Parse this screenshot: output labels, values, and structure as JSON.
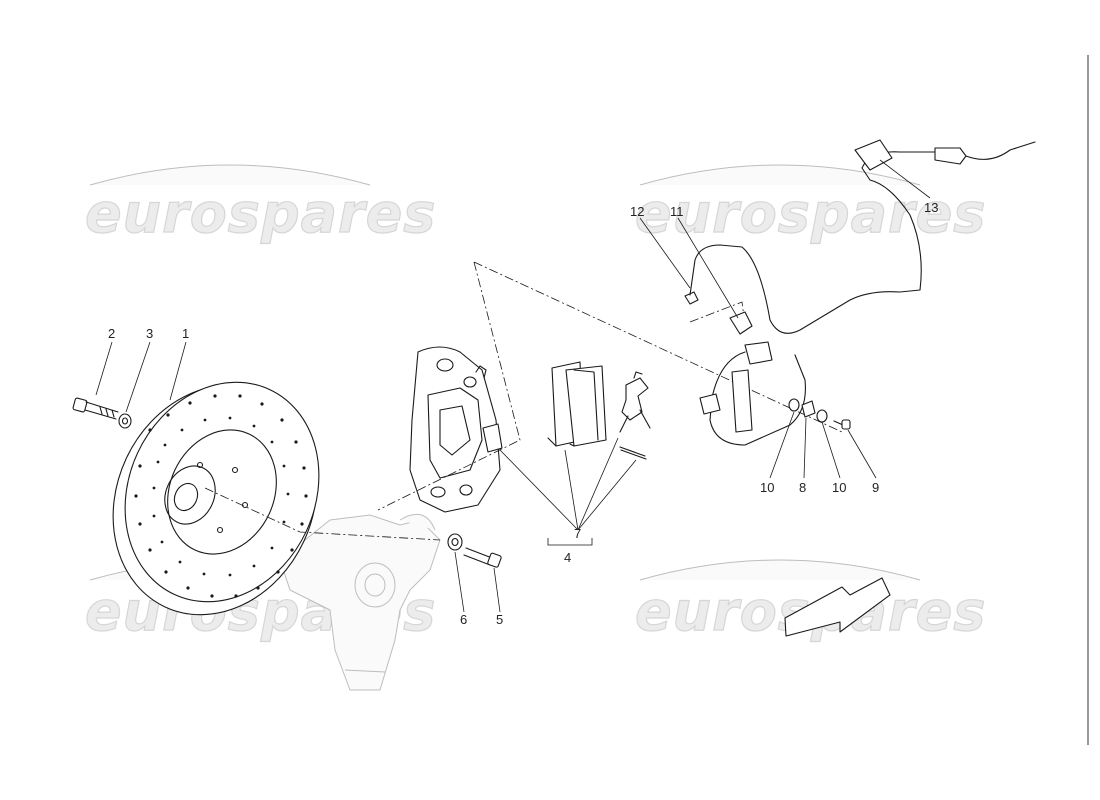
{
  "watermark": {
    "text": "eurospares"
  },
  "callouts": {
    "c1": "1",
    "c2": "2",
    "c3": "3",
    "c4": "4",
    "c5": "5",
    "c6": "6",
    "c7": "7",
    "c8": "8",
    "c9": "9",
    "c10a": "10",
    "c10b": "10",
    "c11": "11",
    "c12": "12",
    "c13": "13"
  }
}
